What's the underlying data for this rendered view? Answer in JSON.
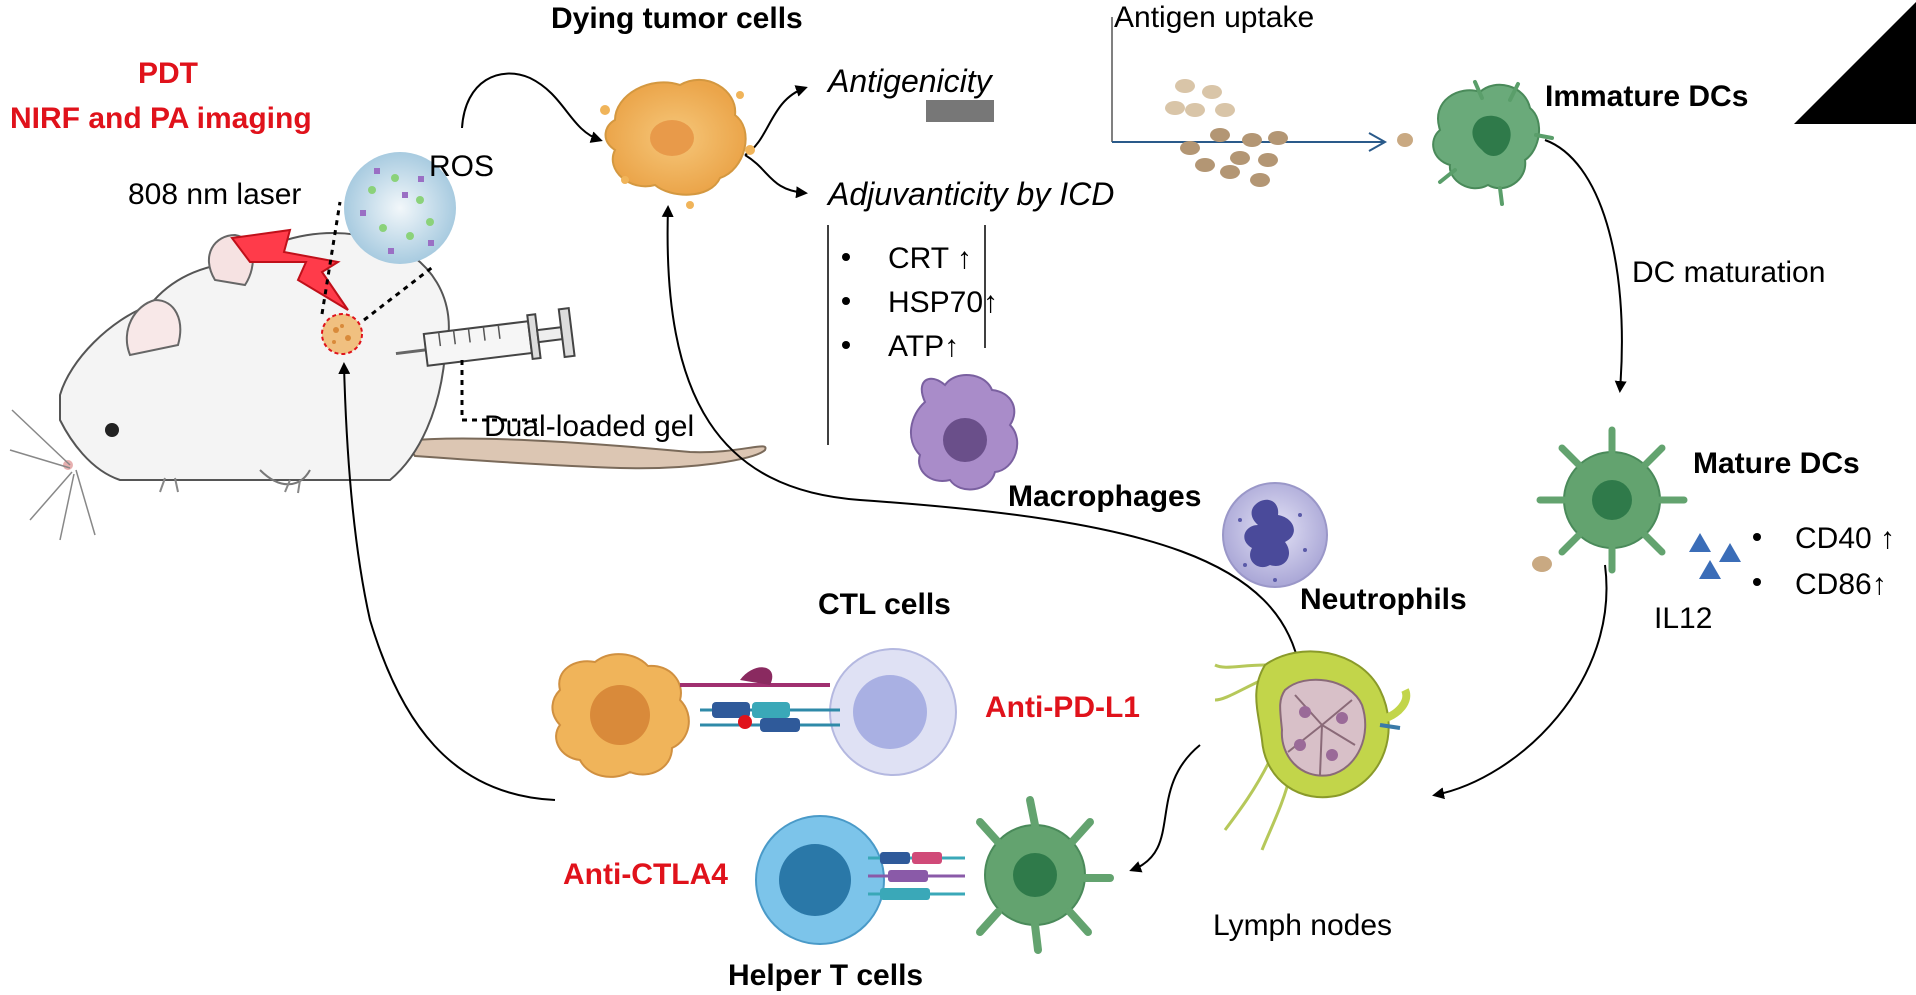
{
  "labels": {
    "pdt": "PDT",
    "imaging": "NIRF and PA imaging",
    "laser": "808 nm laser",
    "ros": "ROS",
    "dying_tumor": "Dying tumor cells",
    "antigenicity": "Antigenicity",
    "adjuvanticity": "Adjuvanticity by ICD",
    "icd_markers": [
      "CRT ↑",
      "HSP70↑",
      "ATP↑"
    ],
    "antigen_uptake": "Antigen uptake",
    "immature_dcs": "Immature DCs",
    "dc_maturation": "DC maturation",
    "mature_dcs": "Mature DCs",
    "mature_markers": [
      "CD40 ↑",
      "CD86↑"
    ],
    "il12": "IL12",
    "dual_gel": "Dual-loaded gel",
    "macrophages": "Macrophages",
    "neutrophils": "Neutrophils",
    "ctl": "CTL cells",
    "anti_pdl1": "Anti-PD-L1",
    "anti_ctla4": "Anti-CTLA4",
    "helper_t": "Helper T cells",
    "lymph_nodes": "Lymph nodes"
  },
  "colors": {
    "highlight_red": "#e0121b",
    "tumor_orange": "#f0b45a",
    "dc_green": "#5a9e6a",
    "macrophage_purple": "#9b7bbf",
    "tcell_blue": "#5aaed8",
    "ctl_lavender": "#c7ccee"
  },
  "icons": [
    "laser-bolt-icon",
    "syringe-icon",
    "mouse-illustration",
    "nanoparticle-icon"
  ]
}
